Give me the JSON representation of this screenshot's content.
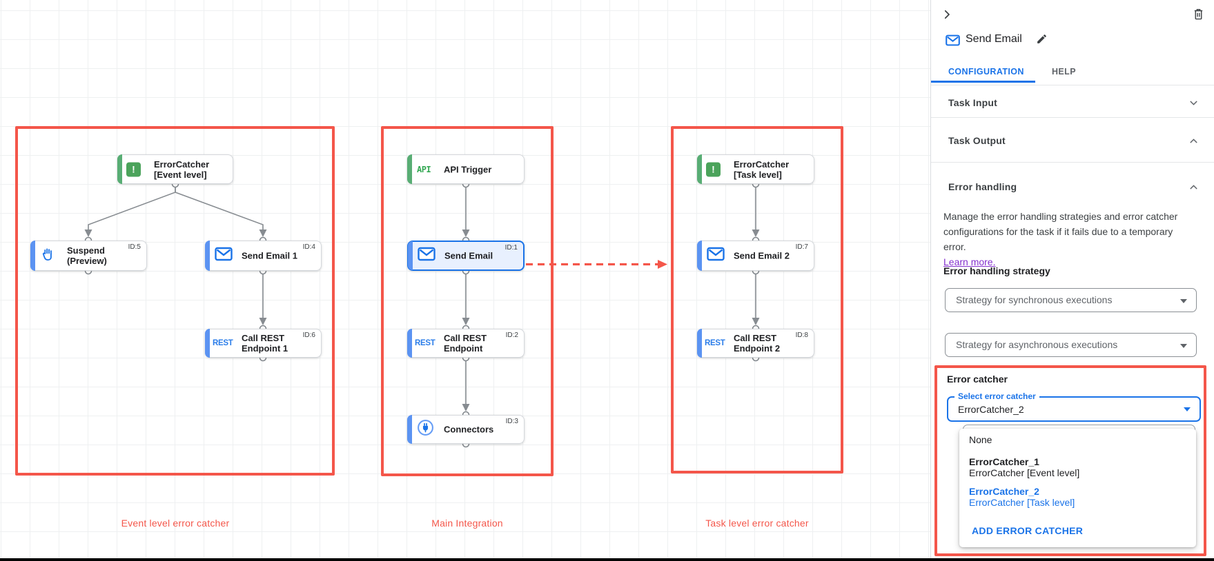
{
  "canvas": {
    "groups": [
      {
        "label": "Event level error catcher"
      },
      {
        "label": "Main Integration"
      },
      {
        "label": "Task level error catcher"
      }
    ],
    "icon_text": {
      "api": "API",
      "rest": "REST",
      "error_catcher": "!"
    },
    "nodes": [
      {
        "line1": "ErrorCatcher",
        "line2": "[Event level]",
        "badge": ""
      },
      {
        "line1": "Suspend",
        "line2": "(Preview)",
        "badge": "ID:5"
      },
      {
        "line1": "Send Email 1",
        "line2": "",
        "badge": "ID:4"
      },
      {
        "line1": "Call REST",
        "line2": "Endpoint 1",
        "badge": "ID:6"
      },
      {
        "line1": "API Trigger",
        "line2": "",
        "badge": ""
      },
      {
        "line1": "Send Email",
        "line2": "",
        "badge": "ID:1"
      },
      {
        "line1": "Call REST",
        "line2": "Endpoint",
        "badge": "ID:2"
      },
      {
        "line1": "Connectors",
        "line2": "",
        "badge": "ID:3"
      },
      {
        "line1": "ErrorCatcher",
        "line2": "[Task level]",
        "badge": ""
      },
      {
        "line1": "Send Email 2",
        "line2": "",
        "badge": "ID:7"
      },
      {
        "line1": "Call REST",
        "line2": "Endpoint 2",
        "badge": "ID:8"
      }
    ]
  },
  "panel": {
    "title": "Send Email",
    "tabs": {
      "configuration": "CONFIGURATION",
      "help": "HELP"
    },
    "sections": {
      "task_input": "Task Input",
      "task_output": "Task Output"
    },
    "error_handling": {
      "title": "Error handling",
      "description": "Manage the error handling strategies and error catcher configurations for the task if it fails due to a temporary error.",
      "learn_more": "Learn more.",
      "strategy_label": "Error handling strategy",
      "sync_value": "Strategy for synchronous executions",
      "async_value": "Strategy for asynchronous executions"
    },
    "error_catcher": {
      "label": "Error catcher",
      "select_label": "Select error catcher",
      "value": "ErrorCatcher_2",
      "menu": {
        "none": "None",
        "options": [
          {
            "name": "ErrorCatcher_1",
            "detail": "ErrorCatcher [Event level]"
          },
          {
            "name": "ErrorCatcher_2",
            "detail": "ErrorCatcher [Task level]"
          }
        ],
        "action": "ADD ERROR CATCHER"
      }
    }
  },
  "colors": {
    "annotation_red": "#f4564a",
    "accent_blue": "#1a73e8",
    "node_bar_blue": "#5b93f2",
    "node_bar_green": "#58ad74",
    "link_purple": "#8430ce",
    "selected_fill": "#e8f0fe"
  }
}
